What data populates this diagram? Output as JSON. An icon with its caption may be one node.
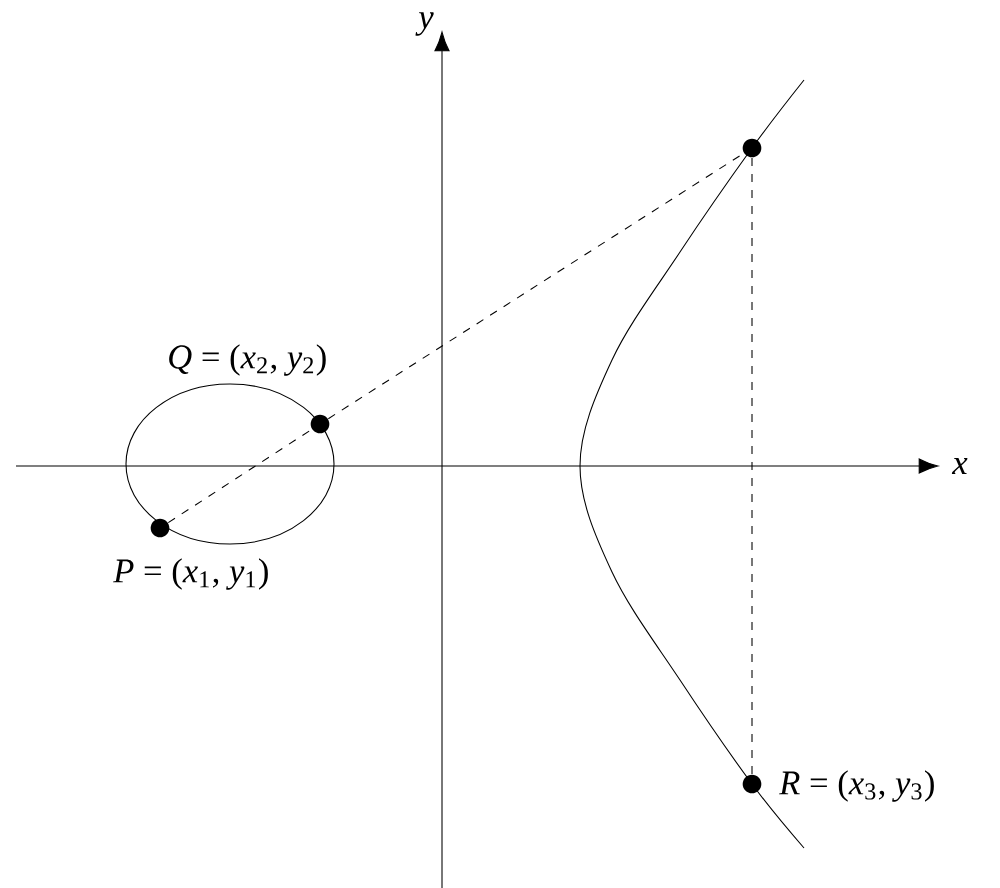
{
  "diagram": {
    "nodes": [
      {
        "text": [],
        "shape": "circle",
        "beside": [
          "*P* = (*x*$_{1}$, *y*$_{1}$)"
        ]
      },
      {
        "text": [],
        "shape": "circle",
        "beside": [
          "*Q* = (*x*$_{2}$, *y*$_{2}$)"
        ]
      },
      {
        "text": [],
        "shape": "circle"
      },
      {
        "text": [],
        "shape": "circle",
        "beside": [
          "*R* = (*x*$_{3}$, *y*$_{3}$)"
        ]
      }
    ],
    "edges": [
      {
        "from": 0,
        "to": 1,
        "arrow": "none",
        "style": "dashed"
      },
      {
        "from": 1,
        "to": 2,
        "arrow": "none",
        "style": "dashed"
      },
      {
        "from": 2,
        "to": 3,
        "arrow": "none",
        "style": "dashed"
      }
    ],
    "labels": [
      "*y*",
      "*x*"
    ]
  }
}
